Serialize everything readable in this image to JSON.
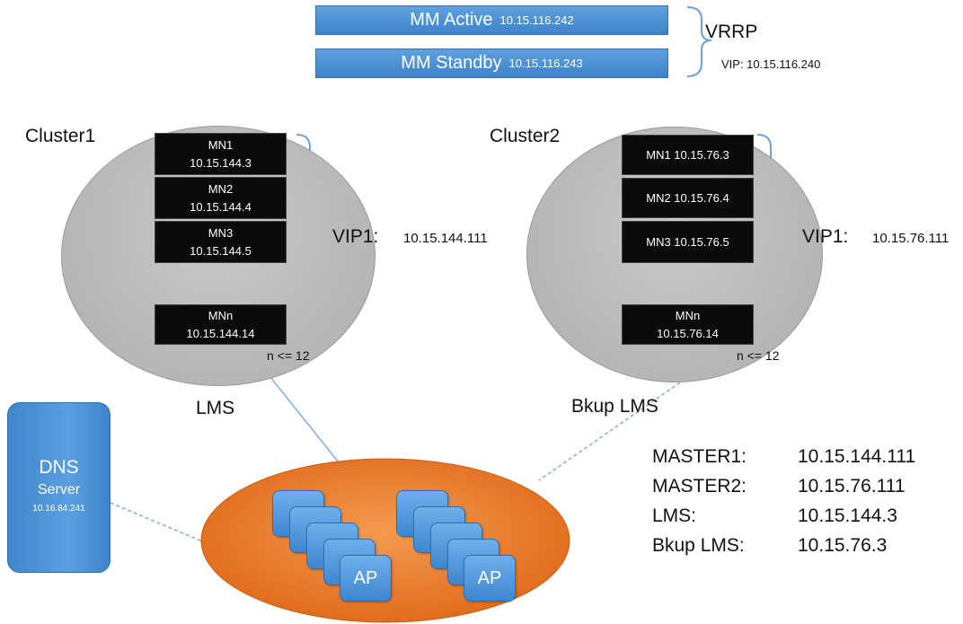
{
  "mm": {
    "active": {
      "name": "MM Active",
      "ip": "10.15.116.242"
    },
    "standby": {
      "name": "MM Standby",
      "ip": "10.15.116.243"
    },
    "protocol": "VRRP",
    "vip": "VIP:  10.15.116.240"
  },
  "cluster1": {
    "title": "Cluster1",
    "nodes": [
      {
        "name": "MN1",
        "ip": "10.15.144.3"
      },
      {
        "name": "MN2",
        "ip": "10.15.144.4"
      },
      {
        "name": "MN3",
        "ip": "10.15.144.5"
      },
      {
        "name": "MNn",
        "ip": "10.15.144.14"
      }
    ],
    "vip_label": "VIP1:",
    "vip_ip": "10.15.144.111",
    "limit": "n <= 12"
  },
  "cluster2": {
    "title": "Cluster2",
    "nodes": [
      {
        "label": "MN1 10.15.76.3"
      },
      {
        "label": "MN2 10.15.76.4"
      },
      {
        "label": "MN3 10.15.76.5"
      },
      {
        "name": "MNn",
        "ip": "10.15.76.14"
      }
    ],
    "vip_label": "VIP1:",
    "vip_ip": "10.15.76.111",
    "limit": "n <= 12"
  },
  "links": {
    "lms": "LMS",
    "bkup_lms": "Bkup LMS"
  },
  "dns": {
    "title": "DNS",
    "subtitle": "Server",
    "ip": "10.16.84.241"
  },
  "ap": {
    "label": "AP"
  },
  "legend": [
    {
      "key": "MASTER1:",
      "value": "10.15.144.111"
    },
    {
      "key": "MASTER2:",
      "value": "10.15.76.111"
    },
    {
      "key": "LMS:",
      "value": "10.15.144.3"
    },
    {
      "key": "Bkup LMS:",
      "value": "10.15.76.3"
    }
  ],
  "colors": {
    "mm_blue": "#4a90d9",
    "ap_blue": "#4d94dc",
    "orange": "#ed7d31",
    "cluster_gray": "#b8b8b8",
    "bracket": "#6fa0d6"
  }
}
